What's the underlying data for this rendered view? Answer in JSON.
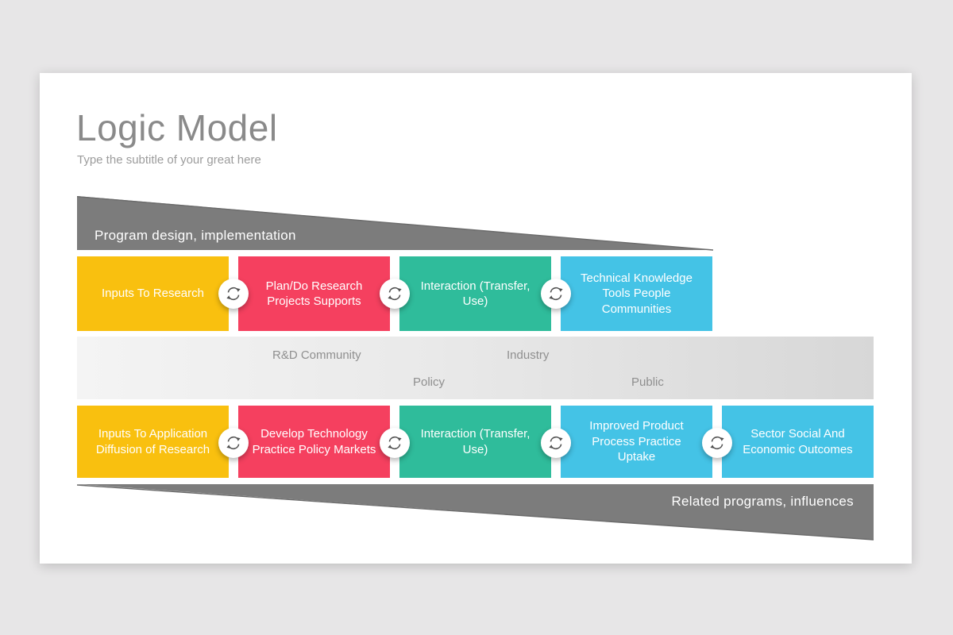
{
  "colors": {
    "page-bg": "#e7e6e7",
    "yellow": "#f9c00f",
    "pink": "#f5405f",
    "teal": "#2fbc9b",
    "cyan": "#44c3e6",
    "wedge-gray": "#7c7c7c",
    "wedge-edge": "#6a6a6a",
    "icon-gray": "#4f4f4f"
  },
  "header": {
    "title": "Logic Model",
    "subtitle": "Type the subtitle of your great here"
  },
  "banners": {
    "top_label": "Program design, implementation",
    "bottom_label": "Related programs, influences"
  },
  "middle_band": {
    "labels": [
      {
        "text": "R&D Community"
      },
      {
        "text": "Industry"
      },
      {
        "text": "Policy"
      },
      {
        "text": "Public"
      }
    ]
  },
  "row1": {
    "boxes": [
      {
        "label": "Inputs To Research",
        "color": "yellow"
      },
      {
        "label": "Plan/Do Research Projects Supports",
        "color": "pink"
      },
      {
        "label": "Interaction (Transfer, Use)",
        "color": "teal"
      },
      {
        "label": "Technical Knowledge Tools People Communities",
        "color": "cyan"
      }
    ]
  },
  "row2": {
    "boxes": [
      {
        "label": "Inputs To Application Diffusion of Research",
        "color": "yellow"
      },
      {
        "label": "Develop Technology Practice Policy Markets",
        "color": "pink"
      },
      {
        "label": "Interaction (Transfer, Use)",
        "color": "teal"
      },
      {
        "label": "Improved Product Process Practice Uptake",
        "color": "cyan"
      },
      {
        "label": "Sector Social And Economic Outcomes",
        "color": "cyan"
      }
    ]
  },
  "icons": {
    "connector": "refresh-cycle-icon"
  }
}
